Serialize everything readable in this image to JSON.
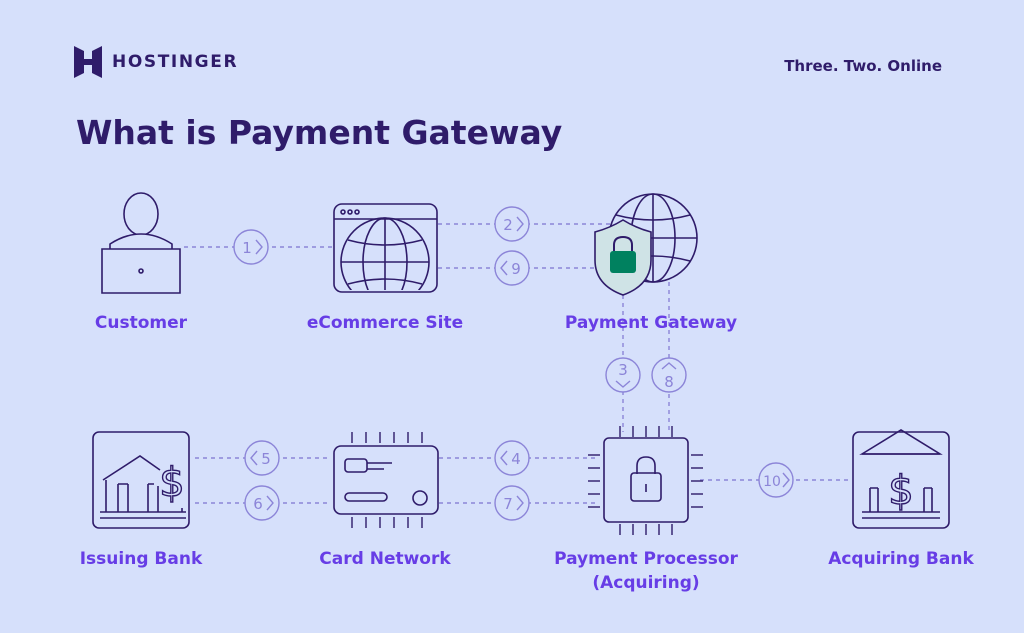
{
  "brand": {
    "name": "HOSTINGER",
    "tagline": "Three. Two. Online"
  },
  "title": "What is Payment Gateway",
  "nodes": {
    "customer": "Customer",
    "ecommerce_site": "eCommerce Site",
    "payment_gateway": "Payment Gateway",
    "issuing_bank": "Issuing Bank",
    "card_network": "Card Network",
    "payment_processor_line1": "Payment Processor",
    "payment_processor_line2": "(Acquiring)",
    "acquiring_bank": "Acquiring Bank"
  },
  "steps": {
    "s1": "1",
    "s2": "2",
    "s3": "3",
    "s4": "4",
    "s5": "5",
    "s6": "6",
    "s7": "7",
    "s8": "8",
    "s9": "9",
    "s10": "10"
  },
  "colors": {
    "background": "#d6e0fb",
    "dark": "#2f1c6a",
    "accent": "#673de6",
    "line": "#8c85d8",
    "lock_green": "#00815f"
  },
  "icons": {
    "customer": "person-laptop-icon",
    "ecommerce_site": "browser-globe-icon",
    "payment_gateway": "globe-shield-lock-icon",
    "issuing_bank": "bank-dollar-icon",
    "card_network": "credit-card-chip-icon",
    "payment_processor": "processor-lock-icon",
    "acquiring_bank": "bank-dollar-icon"
  }
}
